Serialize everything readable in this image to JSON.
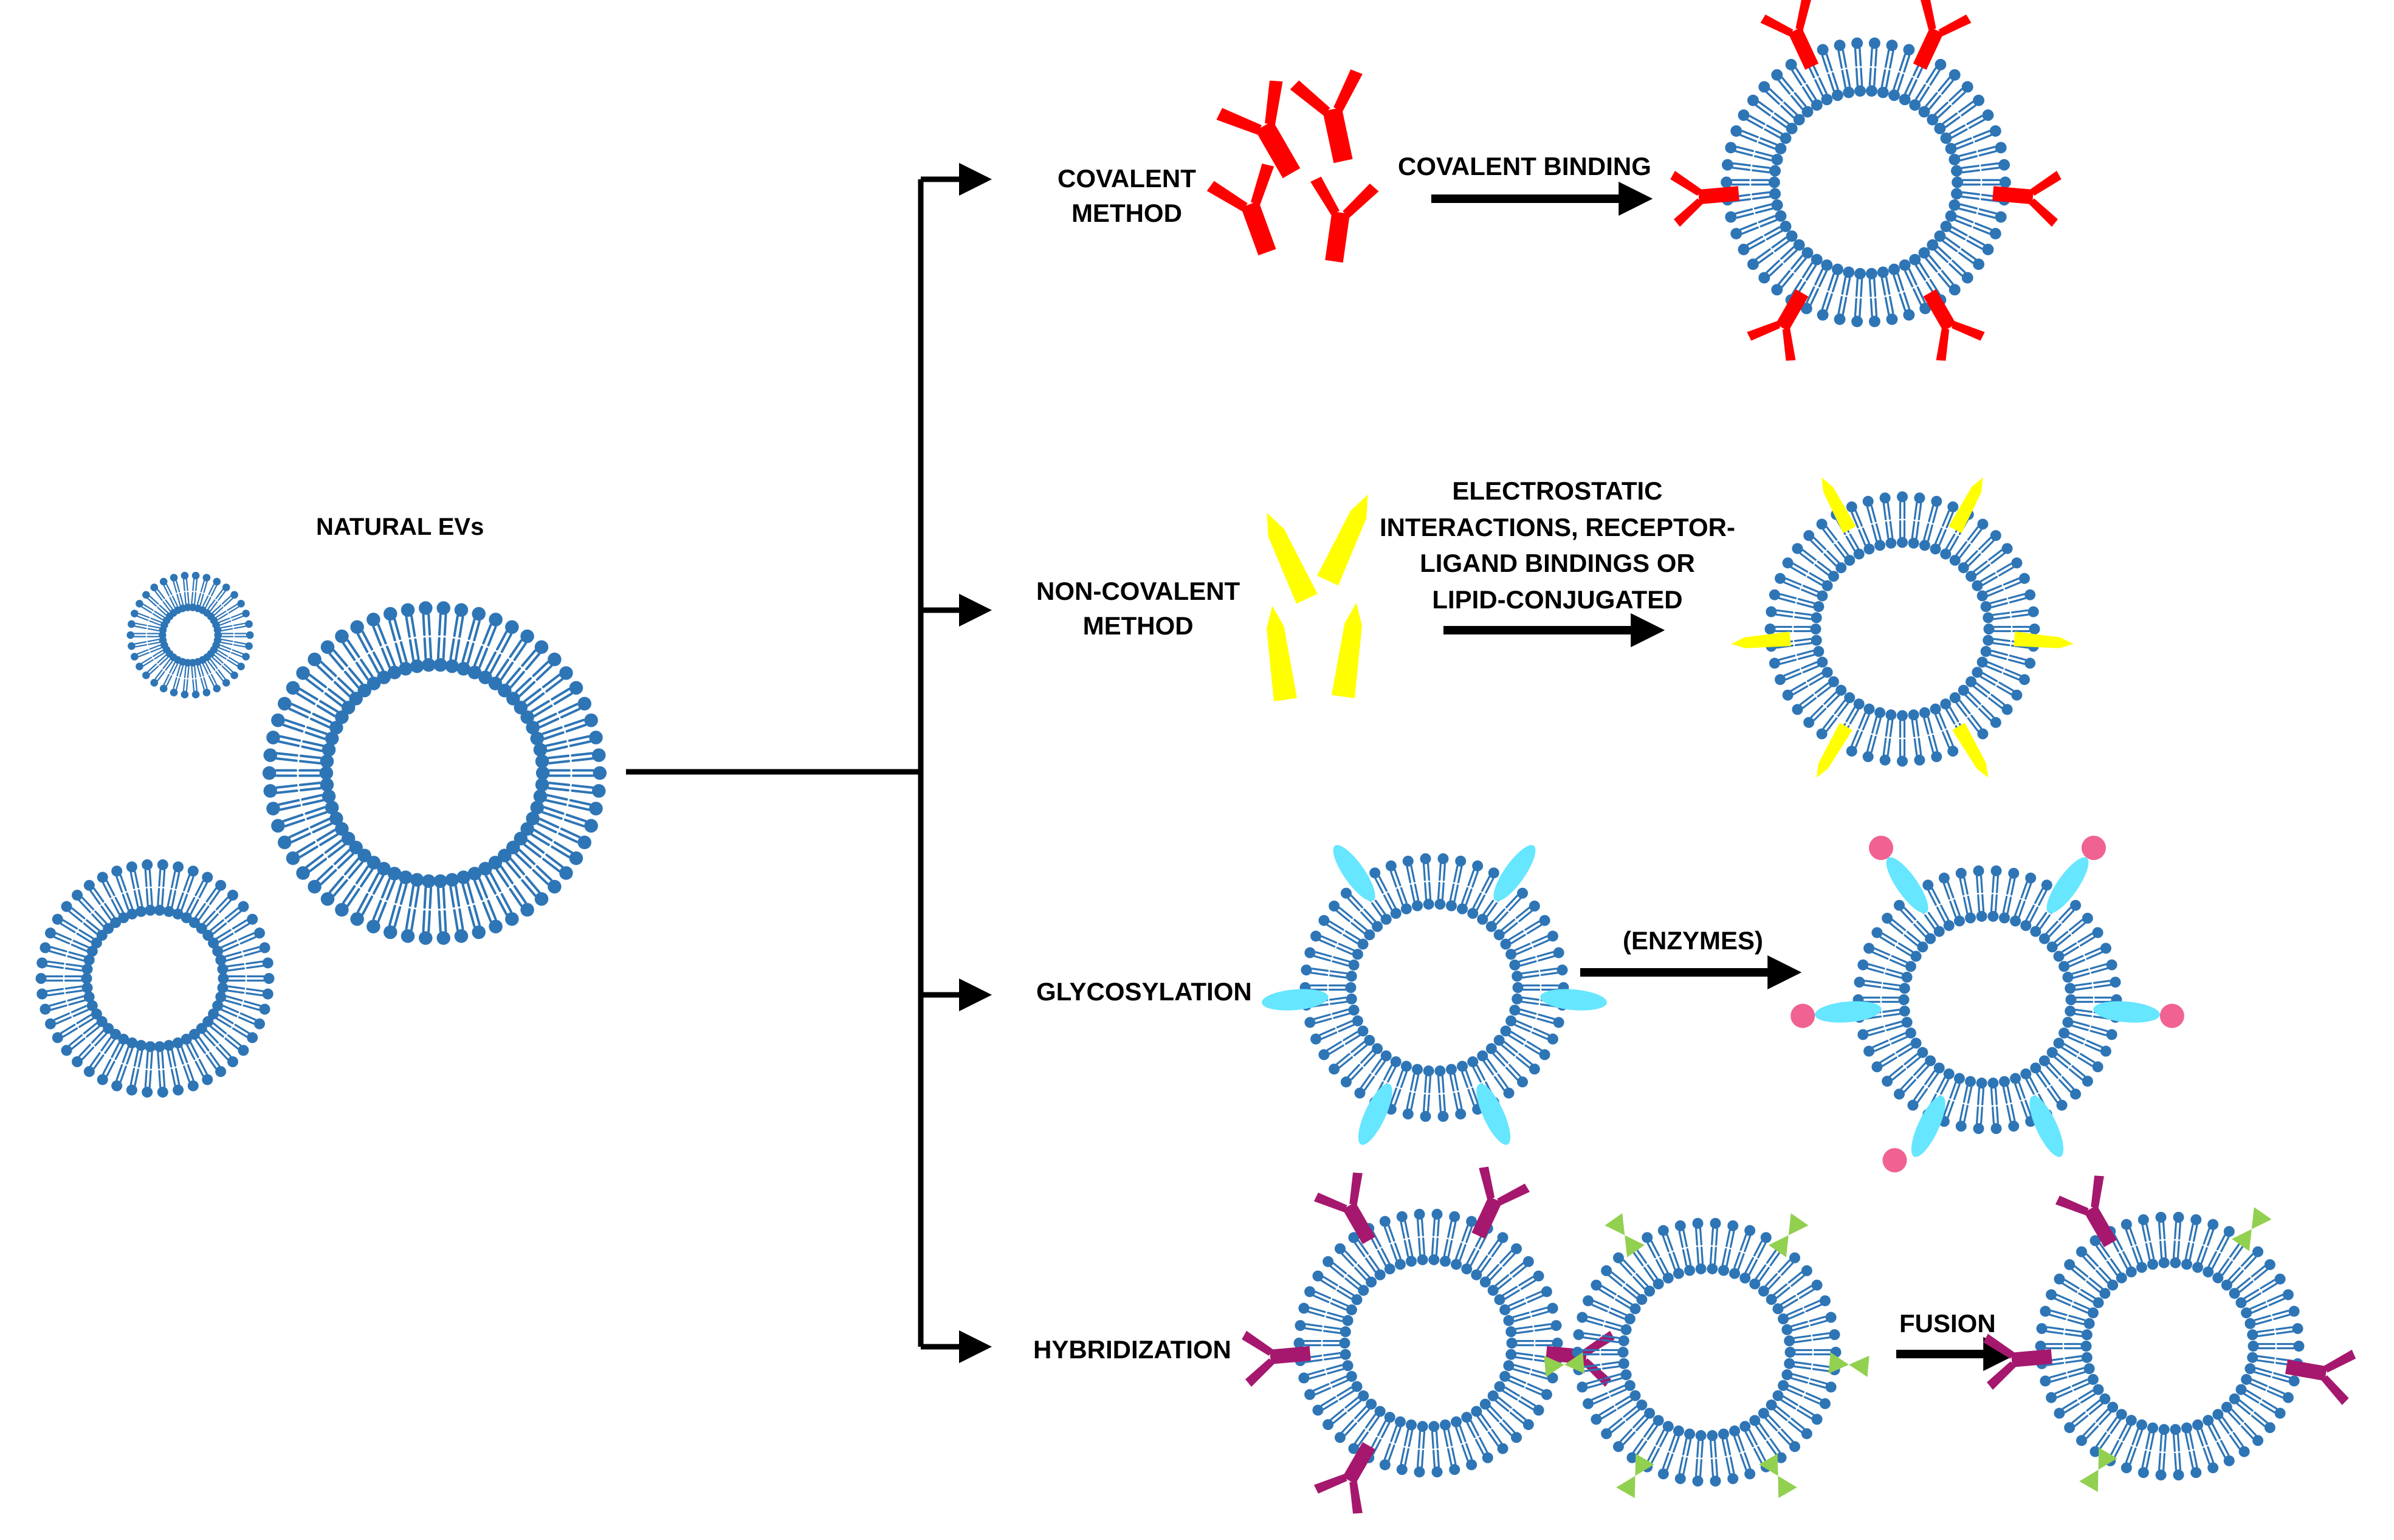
{
  "labels": {
    "natural_evs": "NATURAL EVs",
    "covalent_method_1": "COVALENT",
    "covalent_method_2": "METHOD",
    "covalent_binding": "COVALENT BINDING",
    "noncovalent_method_1": "NON-COVALENT",
    "noncovalent_method_2": "METHOD",
    "electrostatic_1": "ELECTROSTATIC",
    "electrostatic_2": "INTERACTIONS, RECEPTOR-",
    "electrostatic_3": "LIGAND BINDINGS OR",
    "electrostatic_4": "LIPID-CONJUGATED",
    "glycosylation": "GLYCOSYLATION",
    "enzymes": "(ENZYMES)",
    "hybridization": "HYBRIDIZATION",
    "fusion": "FUSION"
  },
  "colors": {
    "lipid": "#2e75b6",
    "antibody_red": "#ff0000",
    "ligand_yellow": "#ffff00",
    "glycan_cyan": "#66e6ff",
    "sugar_pink": "#f06292",
    "antibody_purple": "#a5186e",
    "ligand_green": "#92d050",
    "line": "#000000"
  }
}
